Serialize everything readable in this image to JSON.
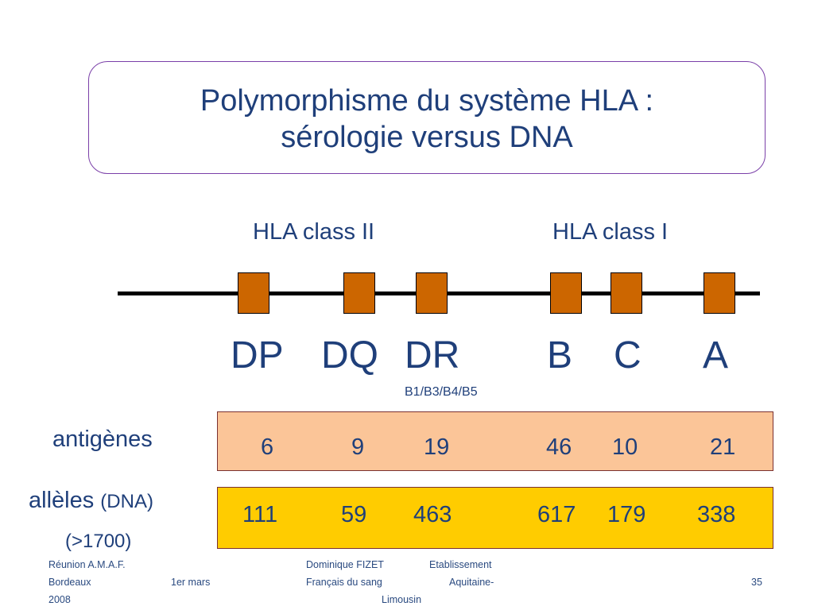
{
  "title": {
    "line1": "Polymorphisme du système HLA :",
    "line2": "sérologie versus DNA"
  },
  "classes": {
    "class2": "HLA class II",
    "class1": "HLA class I"
  },
  "loci": [
    "DP",
    "DQ",
    "DR",
    "B",
    "C",
    "A"
  ],
  "dr_sub": "B1/B3/B4/B5",
  "antigens": {
    "label": "antigènes",
    "values": [
      "6",
      "9",
      "19",
      "46",
      "10",
      "21"
    ]
  },
  "alleles": {
    "label": "allèles",
    "label_small": "(DNA)",
    "total": "(>1700)",
    "values": [
      "111",
      "59",
      "463",
      "617",
      "179",
      "338"
    ]
  },
  "colors": {
    "gene_box": "#cc6600",
    "antigen_box": "#fbc598",
    "allele_box": "#ffcc00",
    "text": "#1f3f7a",
    "title_border": "#7a3fa8"
  },
  "footer": {
    "left1": "Réunion A.M.A.F.",
    "left2": "Bordeaux",
    "left3": "1er mars",
    "left4": "2008",
    "mid1": "Dominique FIZET",
    "mid2": "Etablissement",
    "mid3": "Français du sang",
    "mid4": "Aquitaine-",
    "mid5": "Limousin",
    "page": "35"
  }
}
